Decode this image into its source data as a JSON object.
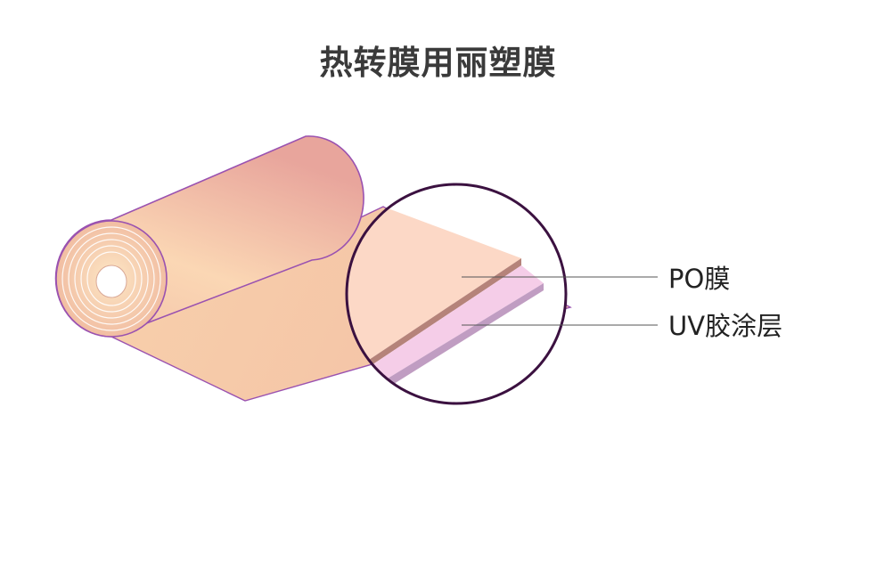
{
  "title": "热转膜用丽塑膜",
  "layers": [
    {
      "label": "PO膜",
      "color": "#f7cdbb",
      "edge_color": "#b07f70"
    },
    {
      "label": "UV胶涂层",
      "color": "#f4cbe6",
      "edge_color": "#bf9ab8"
    }
  ],
  "colors": {
    "roll_outline": "#9a52b0",
    "roll_light": "#fde6bc",
    "roll_dark": "#e7a39a",
    "core_hole": "#ffffff",
    "magnifier_ring": "#3b1140",
    "leader_line": "#555555",
    "title_text": "#3a3a3a"
  }
}
